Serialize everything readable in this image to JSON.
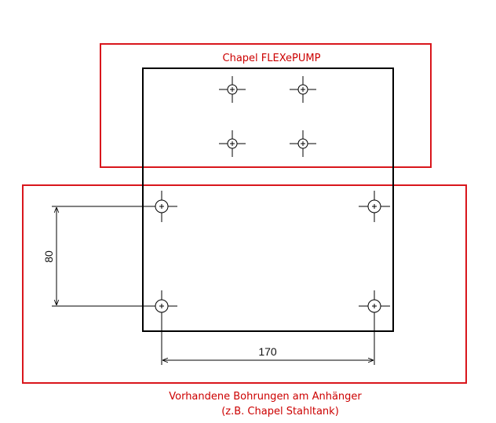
{
  "pump_box": {
    "label": "Chapel FLEXePUMP"
  },
  "trailer_box": {
    "label_line1": "Vorhandene Bohrungen am Anhänger",
    "label_line2": "(z.B. Chapel Stahltank)"
  },
  "dimensions": {
    "horizontal": "170",
    "vertical": "80"
  },
  "colors": {
    "box_outline": "#d9161c",
    "label_text": "#cc0000",
    "line": "#000000"
  }
}
